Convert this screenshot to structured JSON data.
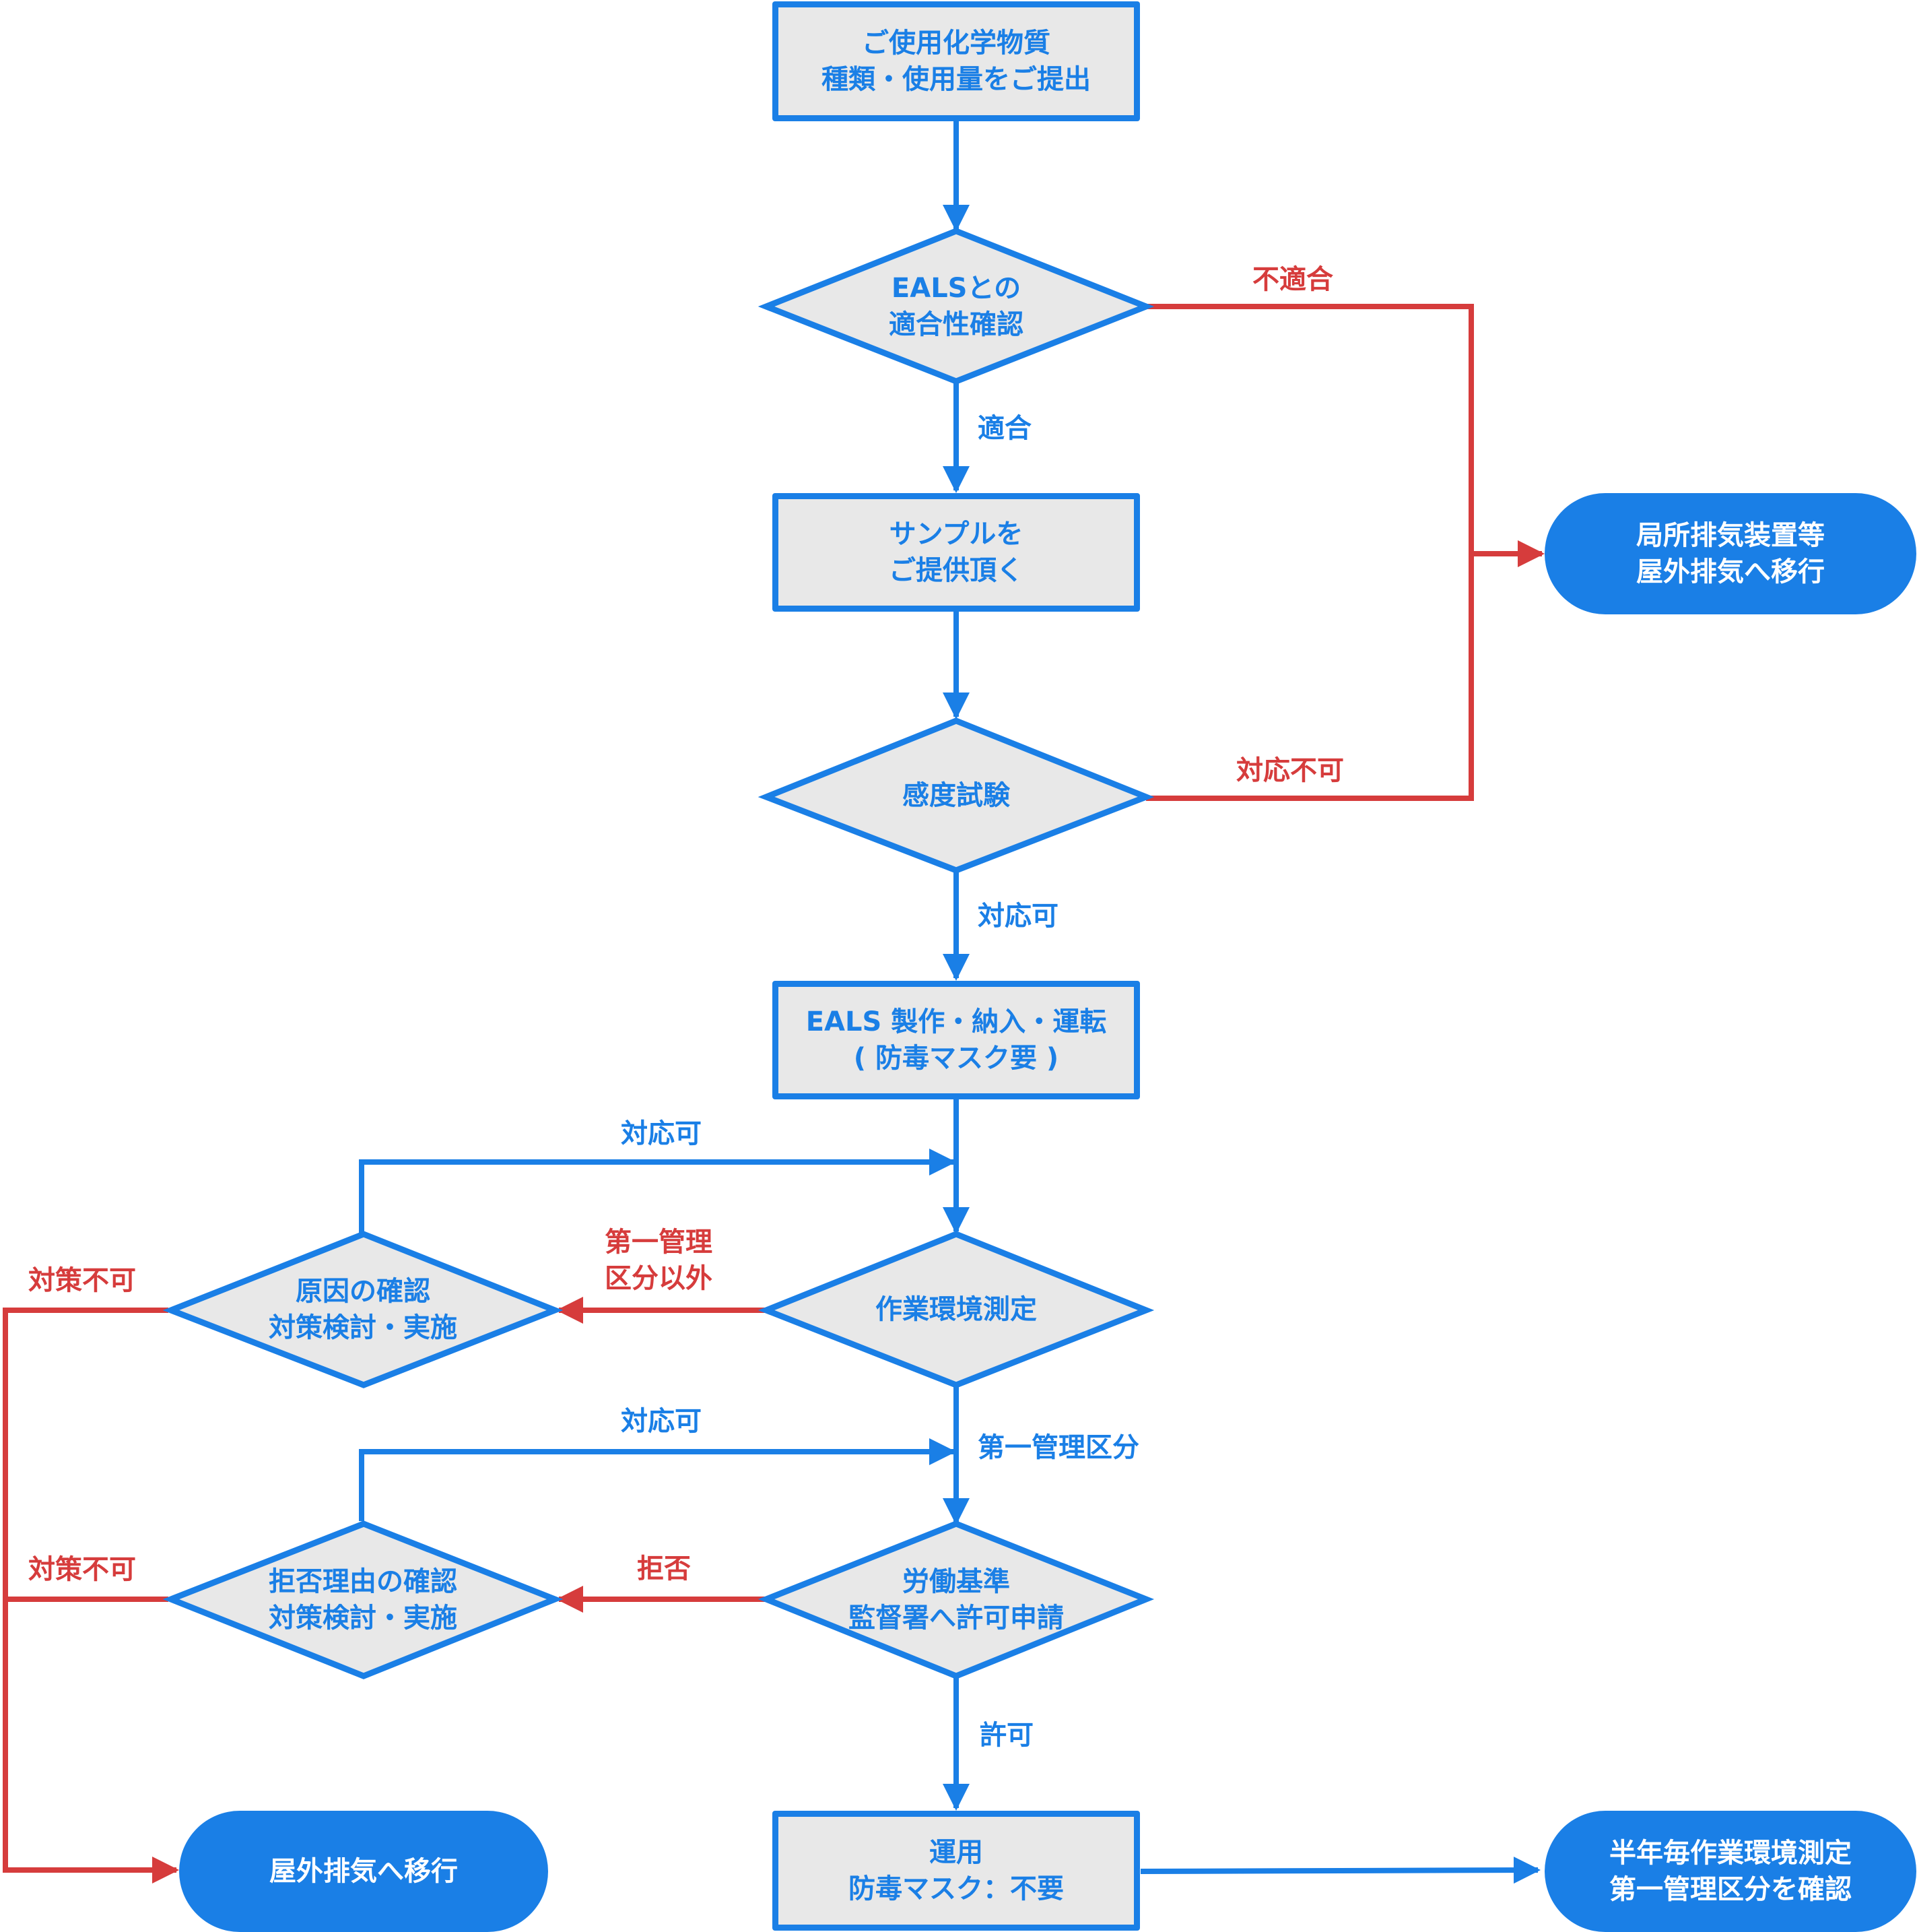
{
  "colors": {
    "primary_blue": "#1a7fe6",
    "reject_red": "#d63c3c",
    "node_fill": "#e8e8e8",
    "terminal_text": "#ffffff"
  },
  "nodes": {
    "submit": {
      "line1": "ご使用化学物質",
      "line2": "種類・使用量をご提出"
    },
    "compat": {
      "line1": "EALSとの",
      "line2": "適合性確認"
    },
    "sample": {
      "line1": "サンプルを",
      "line2": "ご提供頂く"
    },
    "sensitivity": {
      "line1": "感度試験"
    },
    "build": {
      "line1": "EALS 製作・納入・運転",
      "line2": "( 防毒マスク要 )"
    },
    "measure": {
      "line1": "作業環境測定"
    },
    "cause": {
      "line1": "原因の確認",
      "line2": "対策検討・実施"
    },
    "labor": {
      "line1": "労働基準",
      "line2": "監督署へ許可申請"
    },
    "reject_reason": {
      "line1": "拒否理由の確認",
      "line2": "対策検討・実施"
    },
    "operation": {
      "line1": "運用",
      "line2": "防毒マスク：不要"
    },
    "local_exhaust": {
      "line1": "局所排気装置等",
      "line2": "屋外排気へ移行"
    },
    "outdoor_exhaust": {
      "line1": "屋外排気へ移行"
    },
    "periodic": {
      "line1": "半年毎作業環境測定",
      "line2": "第一管理区分を確認"
    }
  },
  "edge_labels": {
    "incompatible": "不適合",
    "compatible": "適合",
    "not_supported": "対応不可",
    "supported": "対応可",
    "supported_cause": "対応可",
    "not_first_class_1": "第一管理",
    "not_first_class_2": "区分以外",
    "countermeasure_impossible_1": "対策不可",
    "first_class": "第一管理区分",
    "supported_reject": "対応可",
    "refused": "拒否",
    "countermeasure_impossible_2": "対策不可",
    "permitted": "許可"
  }
}
